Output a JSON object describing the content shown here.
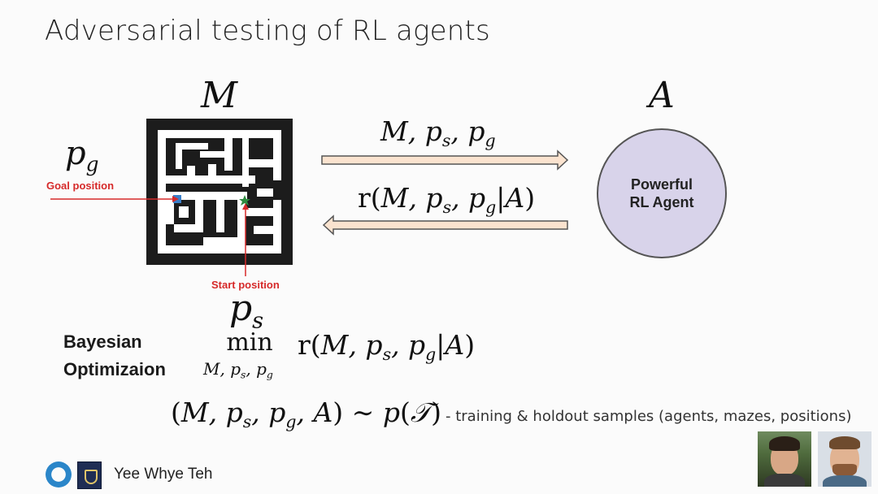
{
  "title": "Adversarial testing of RL agents",
  "diagram": {
    "maze_symbol": "M",
    "agent_symbol": "A",
    "goal_symbol": {
      "base": "p",
      "sub": "g"
    },
    "start_symbol": {
      "base": "p",
      "sub": "s"
    },
    "goal_label": "Goal position",
    "start_label": "Start position",
    "agent_label_line1": "Powerful",
    "agent_label_line2": "RL Agent",
    "forward_arrow": {
      "direction": "right",
      "label": "M, p_s, p_g"
    },
    "backward_arrow": {
      "direction": "left",
      "label": "r(M, p_s, p_g | A)"
    }
  },
  "optimization": {
    "label_line1": "Bayesian",
    "label_line2": "Optimizaion",
    "operator": "min",
    "subscript": "M, p_s, p_g",
    "objective": "r(M, p_s, p_g | A)"
  },
  "sampling": {
    "expression": "(M, p_s, p_g, A) ~ p(T)",
    "note": "- training & holdout samples (agents, mazes, positions)"
  },
  "footer": {
    "speaker": "Yee Whye Teh"
  },
  "colors": {
    "red_label": "#d62a2a",
    "arrow_fill": "#fbe3cf",
    "agent_fill": "#d8d3ea",
    "goal_marker": "#3a7fc9",
    "start_marker": "#2e8a3f"
  },
  "icons": [
    "deepmind-logo-icon",
    "oxford-crest-icon",
    "speaker-photo-1",
    "speaker-photo-2"
  ]
}
